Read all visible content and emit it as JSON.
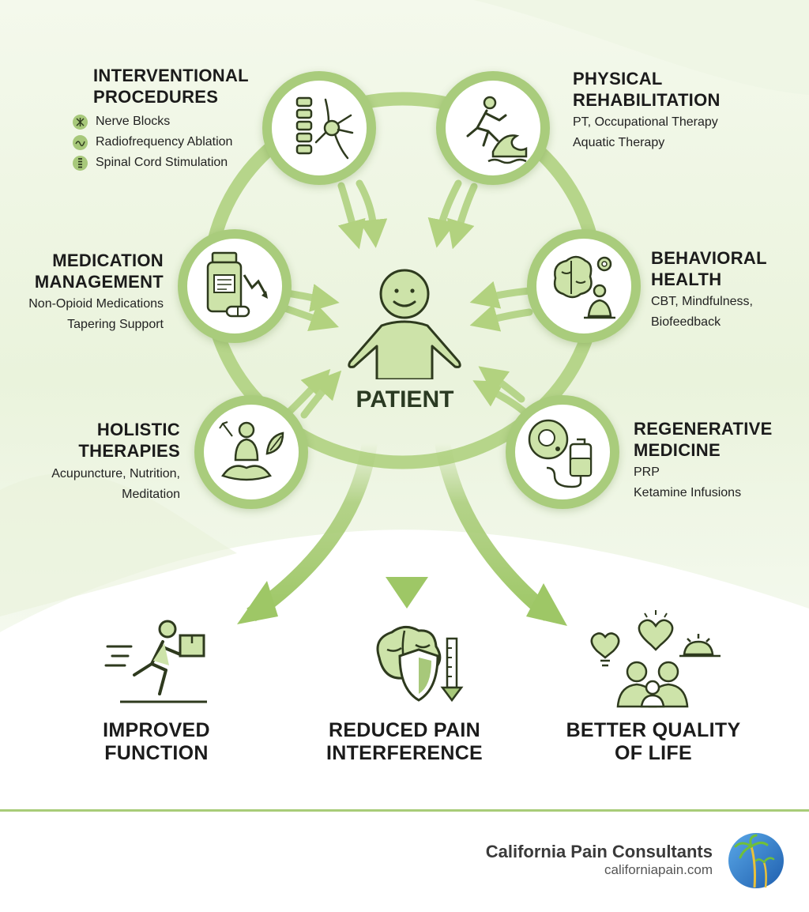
{
  "center": {
    "label": "PATIENT"
  },
  "services": {
    "interventional": {
      "title_lines": [
        "INTERVENTIONAL",
        "PROCEDURES"
      ],
      "items": [
        {
          "icon": "nerve-icon",
          "label": "Nerve Blocks"
        },
        {
          "icon": "ablation-icon",
          "label": "Radiofrequency Ablation"
        },
        {
          "icon": "spine-icon",
          "label": "Spinal Cord Stimulation"
        }
      ]
    },
    "physical": {
      "title_lines": [
        "PHYSICAL",
        "REHABILITATION"
      ],
      "items": [
        "PT, Occupational Therapy",
        "Aquatic Therapy"
      ]
    },
    "medication": {
      "title_lines": [
        "MEDICATION",
        "MANAGEMENT"
      ],
      "items": [
        "Non-Opioid Medications",
        "Tapering Support"
      ]
    },
    "behavioral": {
      "title_lines": [
        "BEHAVIORAL",
        "HEALTH"
      ],
      "items": [
        "CBT, Mindfulness,",
        "Biofeedback"
      ]
    },
    "holistic": {
      "title_lines": [
        "HOLISTIC",
        "THERAPIES"
      ],
      "items": [
        "Acupuncture, Nutrition,",
        "Meditation"
      ]
    },
    "regenerative": {
      "title_lines": [
        "REGENERATIVE",
        "MEDICINE"
      ],
      "items": [
        "PRP",
        "Ketamine Infusions"
      ]
    }
  },
  "outcomes": [
    {
      "icon": "running-person-icon",
      "title_lines": [
        "IMPROVED",
        "FUNCTION"
      ]
    },
    {
      "icon": "brain-shield-icon",
      "title_lines": [
        "REDUCED PAIN",
        "INTERFERENCE"
      ]
    },
    {
      "icon": "family-heart-icon",
      "title_lines": [
        "BETTER QUALITY",
        "OF LIFE"
      ]
    }
  ],
  "footer": {
    "brand": "California Pain Consultants",
    "url": "californiapain.com",
    "logo_icon": "palm-tree-logo-icon"
  },
  "colors": {
    "accent": "#a8cc78",
    "accent_dark": "#6f9a3c",
    "fill_light": "#cde3a9",
    "text": "#1b1b1b"
  }
}
